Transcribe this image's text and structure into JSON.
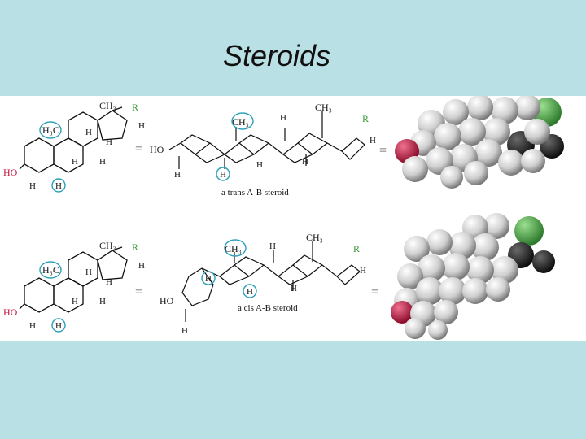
{
  "slide": {
    "title": "Steroids",
    "colors": {
      "background": "#b9e0e4",
      "panel": "#ffffff",
      "highlight_circle": "#2aa0b8",
      "hydroxyl_oxygen": "#c0143c",
      "r_group": "#3a9a3a",
      "carbon": "#1a1a1a",
      "hydrogen": "#d8d8d8"
    }
  },
  "trans": {
    "caption": "a trans A-B steroid",
    "ch3": "CH₃",
    "h3c": "H₃C",
    "ho": "HO",
    "h": "H",
    "r": "R",
    "equals": "="
  },
  "cis": {
    "caption": "a cis A-B steroid",
    "ch3": "CH₃",
    "h3c": "H₃C",
    "ho": "HO",
    "h": "H",
    "r": "R",
    "equals": "="
  }
}
